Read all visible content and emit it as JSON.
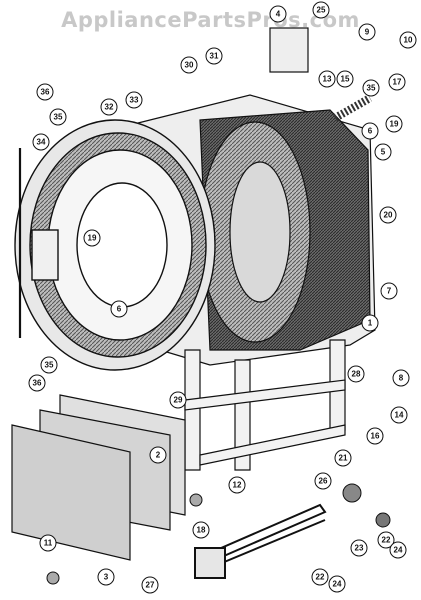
{
  "watermark": "AppliancePartsPros.com",
  "callouts": [
    {
      "id": "c1",
      "label": "1"
    },
    {
      "id": "c2",
      "label": "2"
    },
    {
      "id": "c3",
      "label": "3"
    },
    {
      "id": "c4",
      "label": "4"
    },
    {
      "id": "c5",
      "label": "5"
    },
    {
      "id": "c6a",
      "label": "6"
    },
    {
      "id": "c6b",
      "label": "6"
    },
    {
      "id": "c7",
      "label": "7"
    },
    {
      "id": "c8",
      "label": "8"
    },
    {
      "id": "c9",
      "label": "9"
    },
    {
      "id": "c10",
      "label": "10"
    },
    {
      "id": "c11",
      "label": "11"
    },
    {
      "id": "c12",
      "label": "12"
    },
    {
      "id": "c13",
      "label": "13"
    },
    {
      "id": "c14",
      "label": "14"
    },
    {
      "id": "c15",
      "label": "15"
    },
    {
      "id": "c16",
      "label": "16"
    },
    {
      "id": "c17",
      "label": "17"
    },
    {
      "id": "c18",
      "label": "18"
    },
    {
      "id": "c19a",
      "label": "19"
    },
    {
      "id": "c19b",
      "label": "19"
    },
    {
      "id": "c20",
      "label": "20"
    },
    {
      "id": "c21",
      "label": "21"
    },
    {
      "id": "c22a",
      "label": "22"
    },
    {
      "id": "c22b",
      "label": "22"
    },
    {
      "id": "c23",
      "label": "23"
    },
    {
      "id": "c24a",
      "label": "24"
    },
    {
      "id": "c24b",
      "label": "24"
    },
    {
      "id": "c25",
      "label": "25"
    },
    {
      "id": "c26",
      "label": "26"
    },
    {
      "id": "c27",
      "label": "27"
    },
    {
      "id": "c28",
      "label": "28"
    },
    {
      "id": "c29",
      "label": "29"
    },
    {
      "id": "c30",
      "label": "30"
    },
    {
      "id": "c31",
      "label": "31"
    },
    {
      "id": "c32",
      "label": "32"
    },
    {
      "id": "c33",
      "label": "33"
    },
    {
      "id": "c34",
      "label": "34"
    },
    {
      "id": "c35a",
      "label": "35"
    },
    {
      "id": "c35b",
      "label": "35"
    },
    {
      "id": "c35c",
      "label": "35"
    },
    {
      "id": "c36a",
      "label": "36"
    },
    {
      "id": "c36b",
      "label": "36"
    }
  ]
}
